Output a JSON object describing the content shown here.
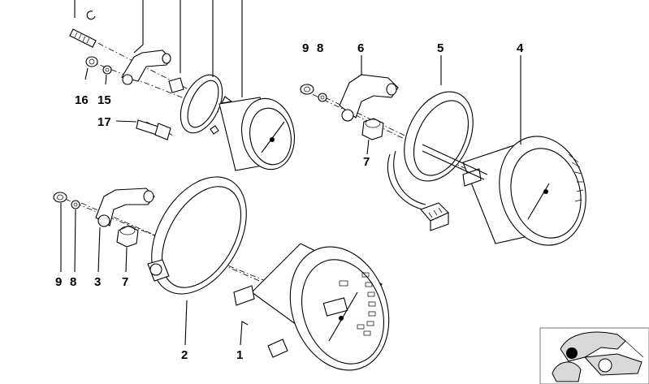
{
  "diagram": {
    "callouts": [
      {
        "key": "c1",
        "text": "1"
      },
      {
        "key": "c2",
        "text": "2"
      },
      {
        "key": "c3",
        "text": "3"
      },
      {
        "key": "c4",
        "text": "4"
      },
      {
        "key": "c5",
        "text": "5"
      },
      {
        "key": "c6",
        "text": "6"
      },
      {
        "key": "c7a",
        "text": "7"
      },
      {
        "key": "c7b",
        "text": "7"
      },
      {
        "key": "c8a",
        "text": "8"
      },
      {
        "key": "c8b",
        "text": "8"
      },
      {
        "key": "c9a",
        "text": "9"
      },
      {
        "key": "c9b",
        "text": "9"
      },
      {
        "key": "c15",
        "text": "15"
      },
      {
        "key": "c16",
        "text": "16"
      },
      {
        "key": "c17",
        "text": "17"
      }
    ]
  }
}
